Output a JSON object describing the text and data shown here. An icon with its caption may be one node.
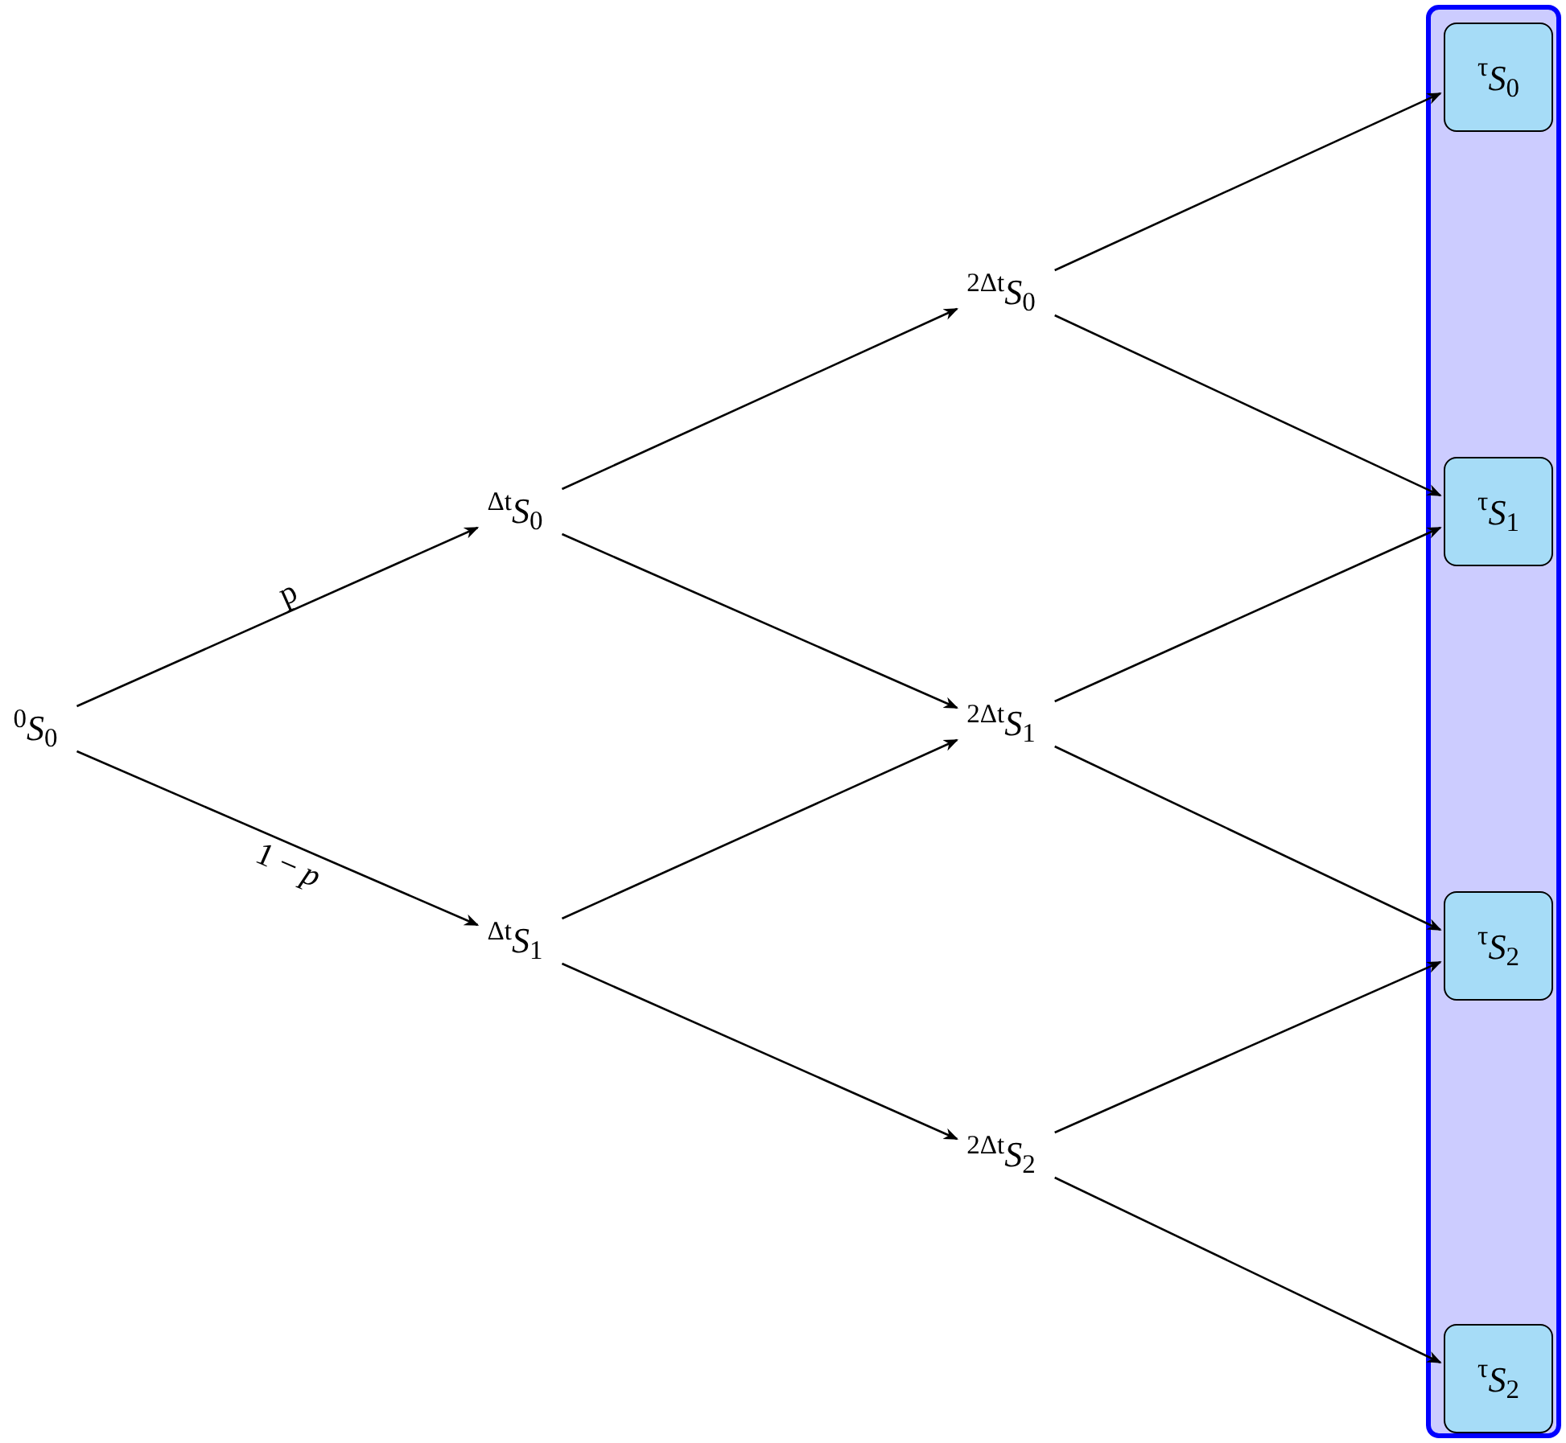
{
  "diagram": {
    "nodes": [
      {
        "text": [
          "$^{0}$*S*$_{0}$"
        ]
      },
      {
        "text": [
          "$^{Δt}$*S*$_{0}$"
        ]
      },
      {
        "text": [
          "$^{Δt}$*S*$_{1}$"
        ]
      },
      {
        "text": [
          "$^{2Δt}$*S*$_{0}$"
        ]
      },
      {
        "text": [
          "$^{2Δt}$*S*$_{1}$"
        ]
      },
      {
        "text": [
          "$^{2Δt}$*S*$_{2}$"
        ]
      },
      {
        "text": [],
        "shape": "box"
      },
      {
        "text": [
          "$^{τ}$*S*$_{0}$"
        ],
        "in": 6
      },
      {
        "text": [
          "$^{τ}$*S*$_{1}$"
        ],
        "in": 6
      },
      {
        "text": [
          "$^{τ}$*S*$_{2}$"
        ],
        "in": 6
      },
      {
        "text": [
          "$^{τ}$*S*$_{2}$"
        ],
        "in": 6
      }
    ],
    "edges": [
      {
        "from": 0,
        "to": 1,
        "arrow": "to",
        "label": "p"
      },
      {
        "from": 0,
        "to": 2,
        "arrow": "to",
        "label": "1 − *p*"
      },
      {
        "from": 1,
        "to": 3,
        "arrow": "to"
      },
      {
        "from": 1,
        "to": 4,
        "arrow": "to"
      },
      {
        "from": 2,
        "to": 4,
        "arrow": "to"
      },
      {
        "from": 2,
        "to": 5,
        "arrow": "to"
      },
      {
        "from": 3,
        "to": 7,
        "arrow": "to"
      },
      {
        "from": 3,
        "to": 8,
        "arrow": "to"
      },
      {
        "from": 4,
        "to": 8,
        "arrow": "to"
      },
      {
        "from": 4,
        "to": 9,
        "arrow": "to"
      },
      {
        "from": 5,
        "to": 9,
        "arrow": "to"
      },
      {
        "from": 5,
        "to": 10,
        "arrow": "to"
      }
    ]
  }
}
